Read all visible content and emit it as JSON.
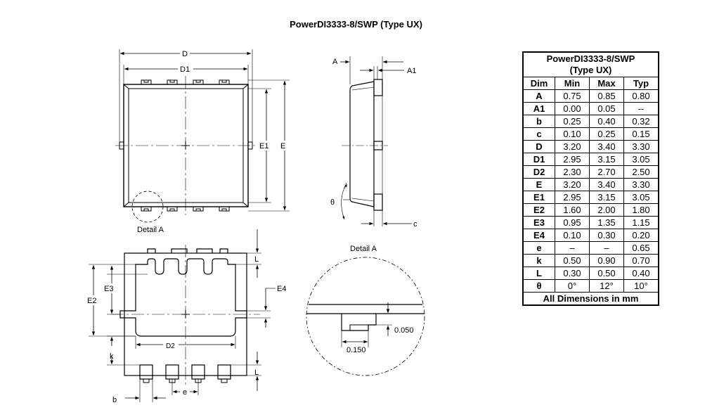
{
  "title": "PowerDI3333-8/SWP (Type UX)",
  "drawing_labels": {
    "top_D": "D",
    "top_D1": "D1",
    "top_E1": "E1",
    "top_E": "E",
    "detail_ref": "Detail A",
    "side_A": "A",
    "side_A1": "A1",
    "side_theta": "θ",
    "side_c": "c",
    "bottom_E2": "E2",
    "bottom_E3": "E3",
    "bottom_E4": "E4",
    "bottom_D2": "D2",
    "bottom_k": "k",
    "bottom_b": "b",
    "bottom_e": "e",
    "bottom_L_top": "L",
    "bottom_L_bottom": "L",
    "detail_title": "Detail A",
    "detail_0050": "0.050",
    "detail_0150": "0.150"
  },
  "table": {
    "title_line1": "PowerDI3333-8/SWP",
    "title_line2": "(Type UX)",
    "headers": [
      "Dim",
      "Min",
      "Max",
      "Typ"
    ],
    "rows": [
      [
        "A",
        "0.75",
        "0.85",
        "0.80"
      ],
      [
        "A1",
        "0.00",
        "0.05",
        "--"
      ],
      [
        "b",
        "0.25",
        "0.40",
        "0.32"
      ],
      [
        "c",
        "0.10",
        "0.25",
        "0.15"
      ],
      [
        "D",
        "3.20",
        "3.40",
        "3.30"
      ],
      [
        "D1",
        "2.95",
        "3.15",
        "3.05"
      ],
      [
        "D2",
        "2.30",
        "2.70",
        "2.50"
      ],
      [
        "E",
        "3.20",
        "3.40",
        "3.30"
      ],
      [
        "E1",
        "2.95",
        "3.15",
        "3.05"
      ],
      [
        "E2",
        "1.60",
        "2.00",
        "1.80"
      ],
      [
        "E3",
        "0.95",
        "1.35",
        "1.15"
      ],
      [
        "E4",
        "0.10",
        "0.30",
        "0.20"
      ],
      [
        "e",
        "–",
        "–",
        "0.65"
      ],
      [
        "k",
        "0.50",
        "0.90",
        "0.70"
      ],
      [
        "L",
        "0.30",
        "0.50",
        "0.40"
      ],
      [
        "θ",
        "0°",
        "12°",
        "10°"
      ]
    ],
    "footer": "All Dimensions in mm"
  }
}
